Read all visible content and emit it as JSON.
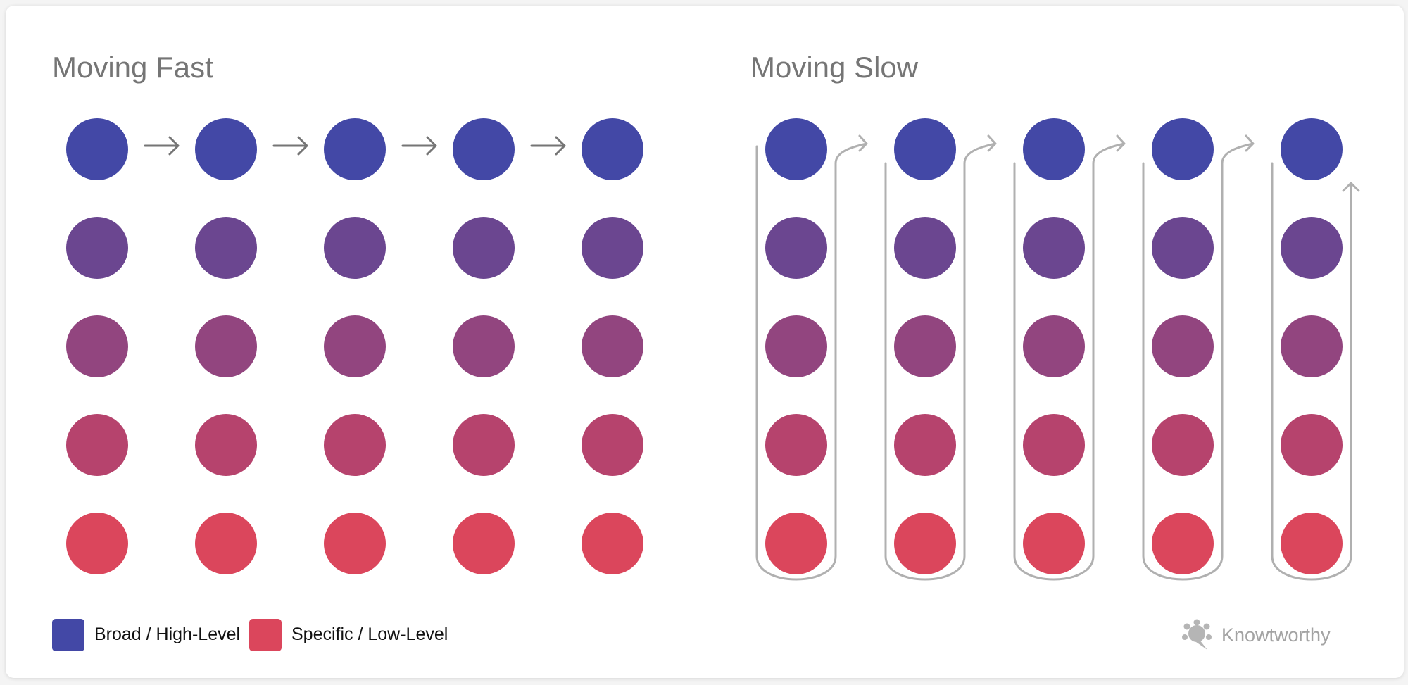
{
  "panels": [
    {
      "title": "Moving Fast",
      "mode": "fast"
    },
    {
      "title": "Moving Slow",
      "mode": "slow"
    }
  ],
  "grid": {
    "rows": 5,
    "cols": 5
  },
  "row_colors": [
    "#4348A6",
    "#6B4690",
    "#92457F",
    "#B6436D",
    "#DB465C"
  ],
  "arrow_colors": {
    "fast": "#757575",
    "slow": "#B0B0B0"
  },
  "legend": [
    {
      "label": "Broad / High-Level",
      "color": "#4348A6"
    },
    {
      "label": "Specific / Low-Level",
      "color": "#DB465C"
    }
  ],
  "brand": {
    "name": "Knowtworthy",
    "icon": "knowtworthy-logo-icon",
    "color": "#B5B5B5"
  }
}
